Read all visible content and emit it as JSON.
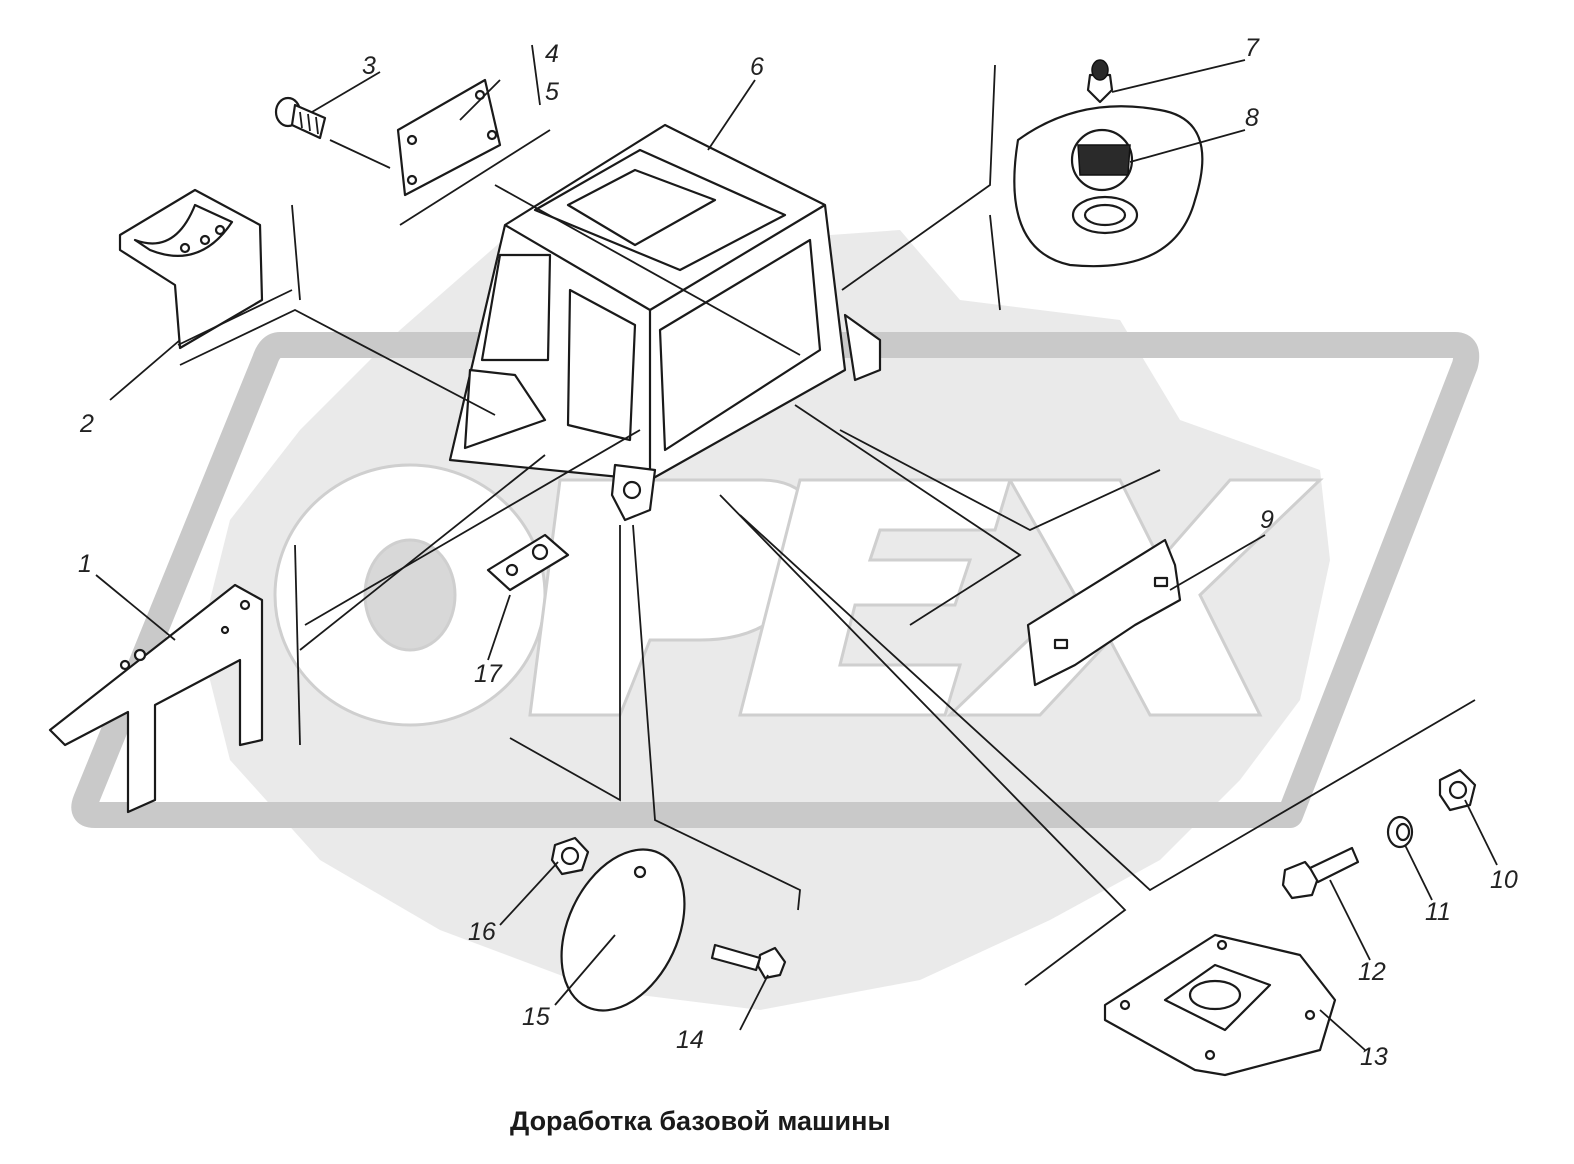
{
  "caption": "Доработка базовой машины",
  "watermark": {
    "text": "OPEX",
    "color": "#d6d6d6"
  },
  "callouts": [
    {
      "id": "c1",
      "text": "1"
    },
    {
      "id": "c2",
      "text": "2"
    },
    {
      "id": "c3",
      "text": "3"
    },
    {
      "id": "c4",
      "text": "4"
    },
    {
      "id": "c5",
      "text": "5"
    },
    {
      "id": "c6",
      "text": "6"
    },
    {
      "id": "c7",
      "text": "7"
    },
    {
      "id": "c8",
      "text": "8"
    },
    {
      "id": "c9",
      "text": "9"
    },
    {
      "id": "c10",
      "text": "10"
    },
    {
      "id": "c11",
      "text": "11"
    },
    {
      "id": "c12",
      "text": "12"
    },
    {
      "id": "c13",
      "text": "13"
    },
    {
      "id": "c14",
      "text": "14"
    },
    {
      "id": "c15",
      "text": "15"
    },
    {
      "id": "c16",
      "text": "16"
    },
    {
      "id": "c17",
      "text": "17"
    }
  ]
}
